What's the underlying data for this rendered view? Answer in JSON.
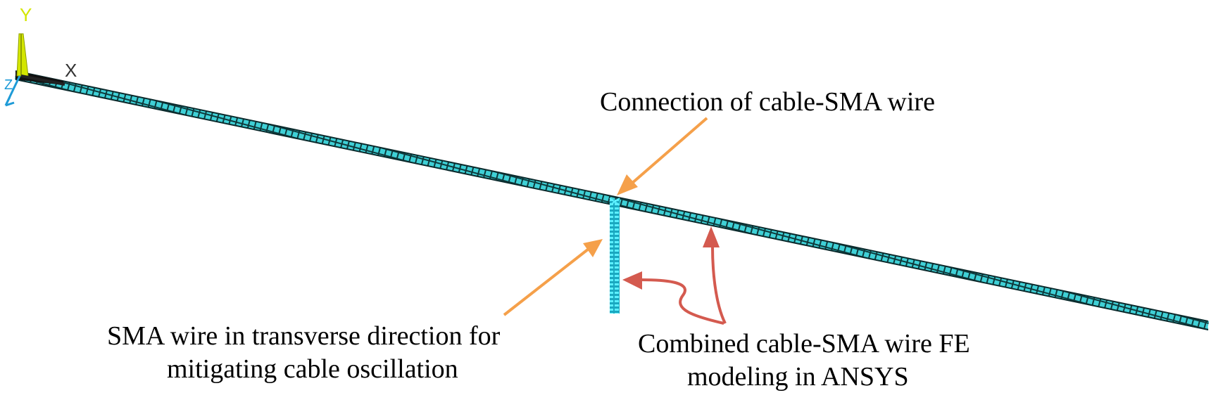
{
  "axes": {
    "y_label": "Y",
    "x_label": "X",
    "z_label": "Z",
    "y_color": "#d4e600",
    "x_color": "#333333",
    "z_color": "#1e9bd7"
  },
  "annotations": {
    "connection": "Connection of cable-SMA wire",
    "sma_line1": "SMA wire in transverse direction for",
    "sma_line2": "mitigating cable oscillation",
    "combined_line1": "Combined cable-SMA wire FE",
    "combined_line2": "modeling in ANSYS"
  },
  "colors": {
    "cable_mesh": "#3fd0d6",
    "cable_edge": "#0b2a2c",
    "sma_wire": "#3fe0f0",
    "orange_arrow": "#f5a04a",
    "red_arrow": "#d45a4f"
  }
}
